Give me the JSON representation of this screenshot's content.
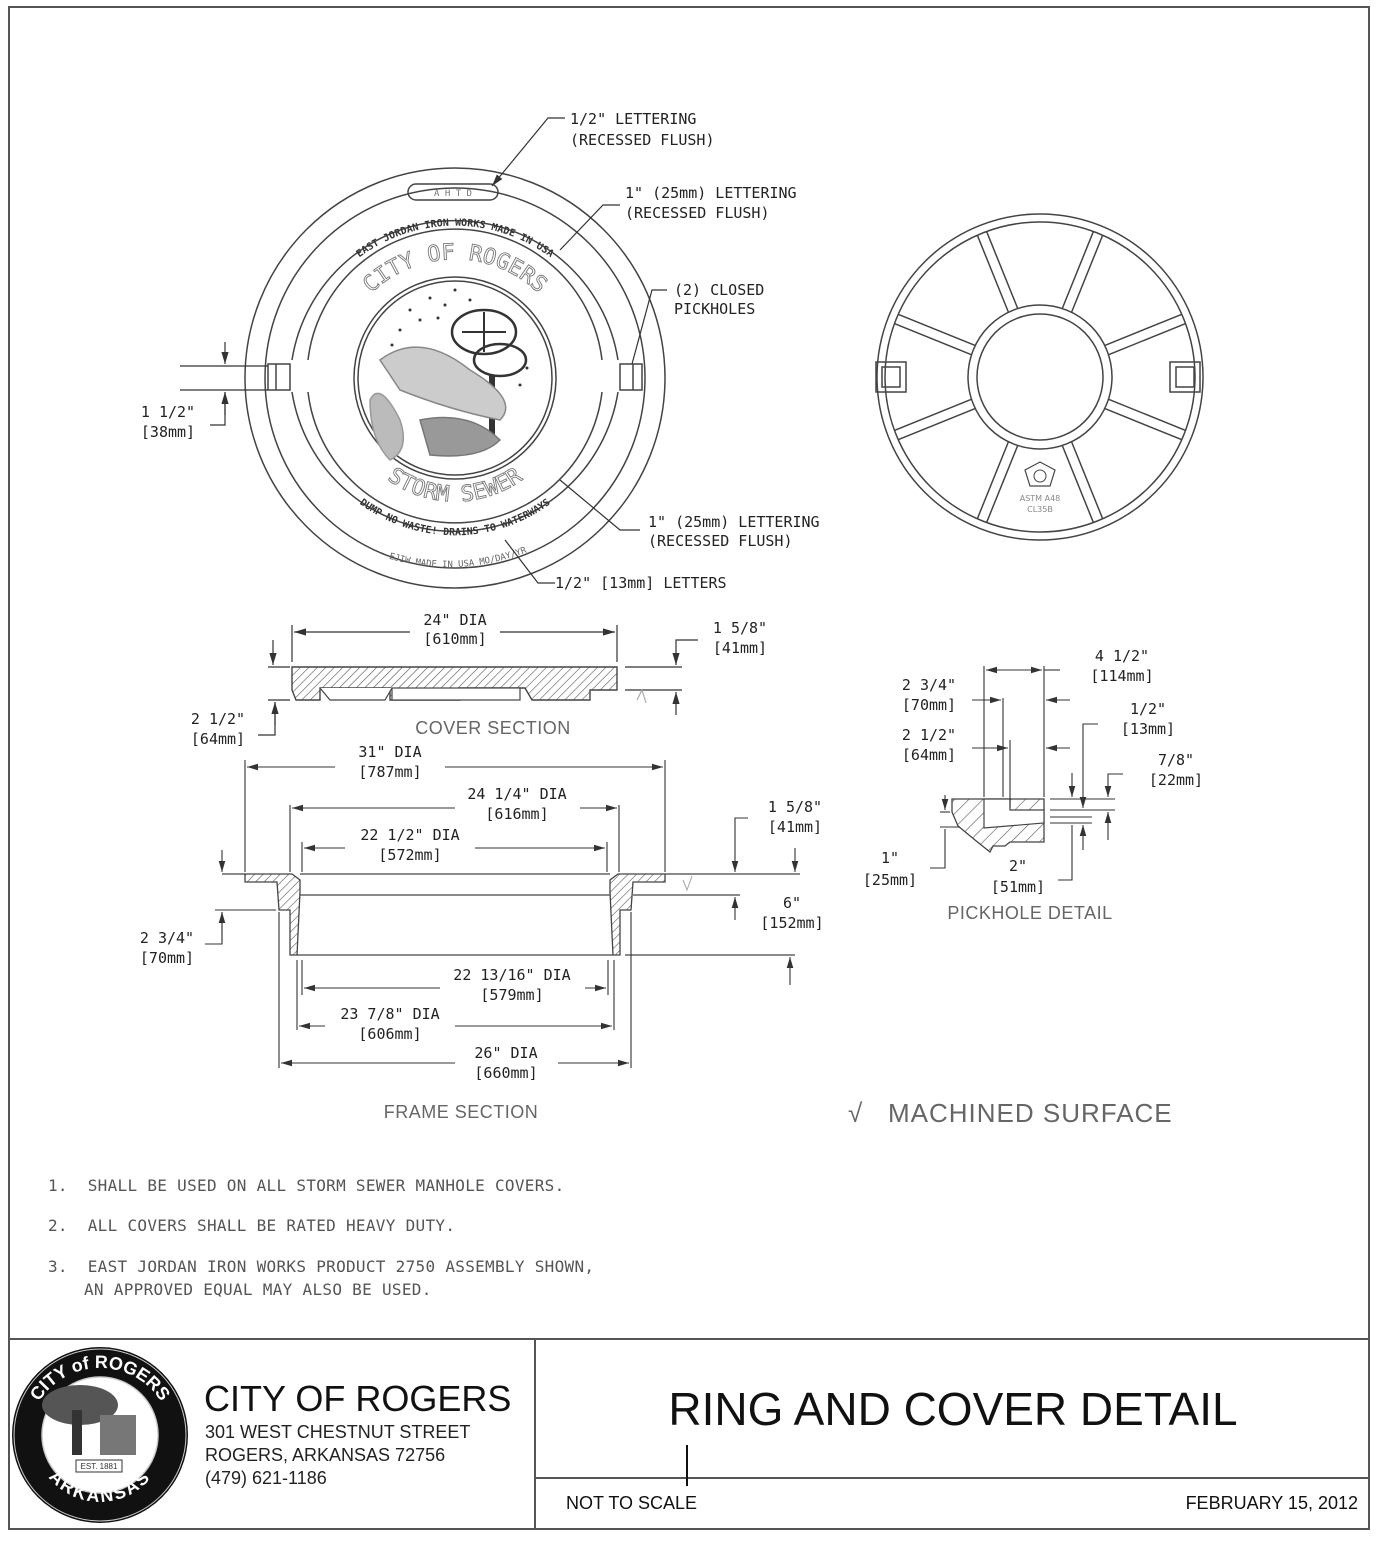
{
  "cover_plan": {
    "callouts": {
      "top_lettering": [
        "1/2\" LETTERING",
        "(RECESSED FLUSH)"
      ],
      "inner_lettering_top": [
        "1\" (25mm) LETTERING",
        "(RECESSED FLUSH)"
      ],
      "pickholes": [
        "(2) CLOSED",
        "PICKHOLES"
      ],
      "inner_lettering_bottom": [
        "1\" (25mm) LETTERING",
        "(RECESSED FLUSH)"
      ],
      "small_letters": "1/2\" [13mm] LETTERS"
    },
    "pickhole_width": [
      "1 1/2\"",
      "[38mm]"
    ],
    "cover_text": {
      "ahtd": "A H T D",
      "ring_top": "EAST JORDAN IRON WORKS  MADE IN USA",
      "city": "CITY OF ROGERS",
      "storm": "STORM SEWER",
      "ring_bottom": "DUMP NO WASTE!  DRAINS TO WATERWAYS",
      "bottom_plate": "EJIW  MADE IN USA   MO/DAY/YR"
    }
  },
  "frame_plan": {
    "material_mark": [
      "ASTM A48",
      "CL35B"
    ]
  },
  "cover_section": {
    "caption": "COVER SECTION",
    "dia": [
      "24\" DIA",
      "[610mm]"
    ],
    "thickness": [
      "1 5/8\"",
      "[41mm]"
    ],
    "height": [
      "2 1/2\"",
      "[64mm]"
    ]
  },
  "frame_section": {
    "caption": "FRAME SECTION",
    "dims": {
      "d31": [
        "31\" DIA",
        "[787mm]"
      ],
      "d24_25": [
        "24 1/4\" DIA",
        "[616mm]"
      ],
      "d22_5": [
        "22 1/2\" DIA",
        "[572mm]"
      ],
      "flange": [
        "1 5/8\"",
        "[41mm]"
      ],
      "height6": [
        "6\"",
        "[152mm]"
      ],
      "h2_75": [
        "2 3/4\"",
        "[70mm]"
      ],
      "d22_13_16": [
        "22 13/16\" DIA",
        "[579mm]"
      ],
      "d23_875": [
        "23 7/8\" DIA",
        "[606mm]"
      ],
      "d26": [
        "26\" DIA",
        "[660mm]"
      ]
    }
  },
  "pickhole_detail": {
    "caption": "PICKHOLE DETAIL",
    "dims": {
      "w4_5": [
        "4 1/2\"",
        "[114mm]"
      ],
      "w2_75": [
        "2 3/4\"",
        "[70mm]"
      ],
      "w2_5": [
        "2 1/2\"",
        "[64mm]"
      ],
      "h0_5": [
        "1/2\"",
        "[13mm]"
      ],
      "h0_875": [
        "7/8\"",
        "[22mm]"
      ],
      "h1": [
        "1\"",
        "[25mm]"
      ],
      "w2": [
        "2\"",
        "[51mm]"
      ]
    }
  },
  "legend": {
    "symbol": "√",
    "text": "MACHINED  SURFACE"
  },
  "notes": [
    {
      "num": "1.",
      "text": "SHALL BE USED ON ALL STORM SEWER MANHOLE COVERS."
    },
    {
      "num": "2.",
      "text": "ALL COVERS SHALL BE RATED HEAVY DUTY."
    },
    {
      "num": "3.",
      "text": "EAST JORDAN IRON WORKS PRODUCT 2750 ASSEMBLY SHOWN,",
      "text2": "AN APPROVED EQUAL MAY ALSO BE USED."
    }
  ],
  "title_block": {
    "seal": {
      "top": "CITY of ROGERS",
      "bottom": "ARKANSAS",
      "est": "EST. 1881"
    },
    "org_name": "CITY OF ROGERS",
    "address1": "301 WEST CHESTNUT STREET",
    "address2": "ROGERS, ARKANSAS  72756",
    "phone": "(479) 621-1186",
    "drawing_title": "RING AND COVER DETAIL",
    "scale": "NOT TO SCALE",
    "date": "FEBRUARY 15, 2012"
  }
}
